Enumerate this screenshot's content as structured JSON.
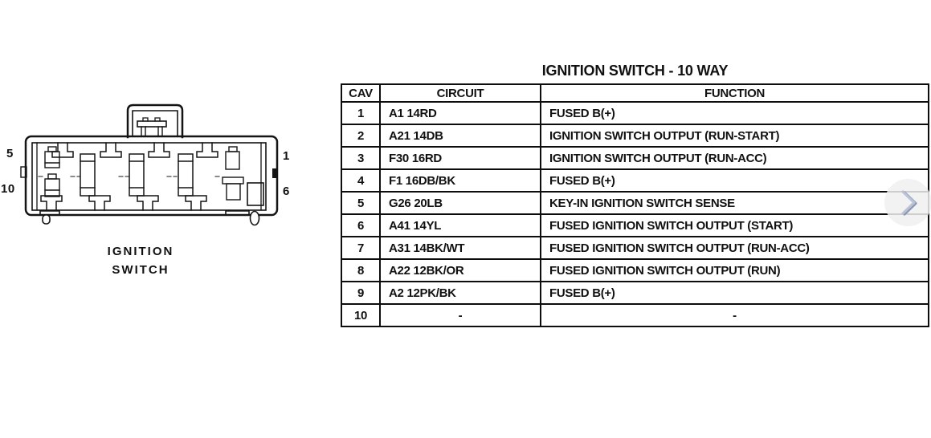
{
  "diagram": {
    "pins": {
      "top_left": "5",
      "bottom_left": "10",
      "top_right": "1",
      "bottom_right": "6"
    },
    "caption_line1": "IGNITION",
    "caption_line2": "SWITCH"
  },
  "table": {
    "title": "IGNITION SWITCH - 10 WAY",
    "columns": [
      "CAV",
      "CIRCUIT",
      "FUNCTION"
    ],
    "rows": [
      [
        "1",
        "A1 14RD",
        "FUSED B(+)"
      ],
      [
        "2",
        "A21 14DB",
        "IGNITION SWITCH OUTPUT (RUN-START)"
      ],
      [
        "3",
        "F30 16RD",
        "IGNITION SWITCH OUTPUT (RUN-ACC)"
      ],
      [
        "4",
        "F1 16DB/BK",
        "FUSED B(+)"
      ],
      [
        "5",
        "G26 20LB",
        "KEY-IN IGNITION SWITCH SENSE"
      ],
      [
        "6",
        "A41 14YL",
        "FUSED IGNITION SWITCH OUTPUT (START)"
      ],
      [
        "7",
        "A31 14BK/WT",
        "FUSED IGNITION SWITCH OUTPUT (RUN-ACC)"
      ],
      [
        "8",
        "A22 12BK/OR",
        "FUSED IGNITION SWITCH OUTPUT (RUN)"
      ],
      [
        "9",
        "A2 12PK/BK",
        "FUSED B(+)"
      ],
      [
        "10",
        "-",
        "-"
      ]
    ]
  },
  "nav": {
    "next_icon": "chevron-right",
    "chevron_color_light": "#b9c2d8",
    "chevron_color_dark": "#8e97a8",
    "circle_color": "#f0f0f0"
  },
  "colors": {
    "ink": "#111111",
    "background": "#ffffff"
  }
}
